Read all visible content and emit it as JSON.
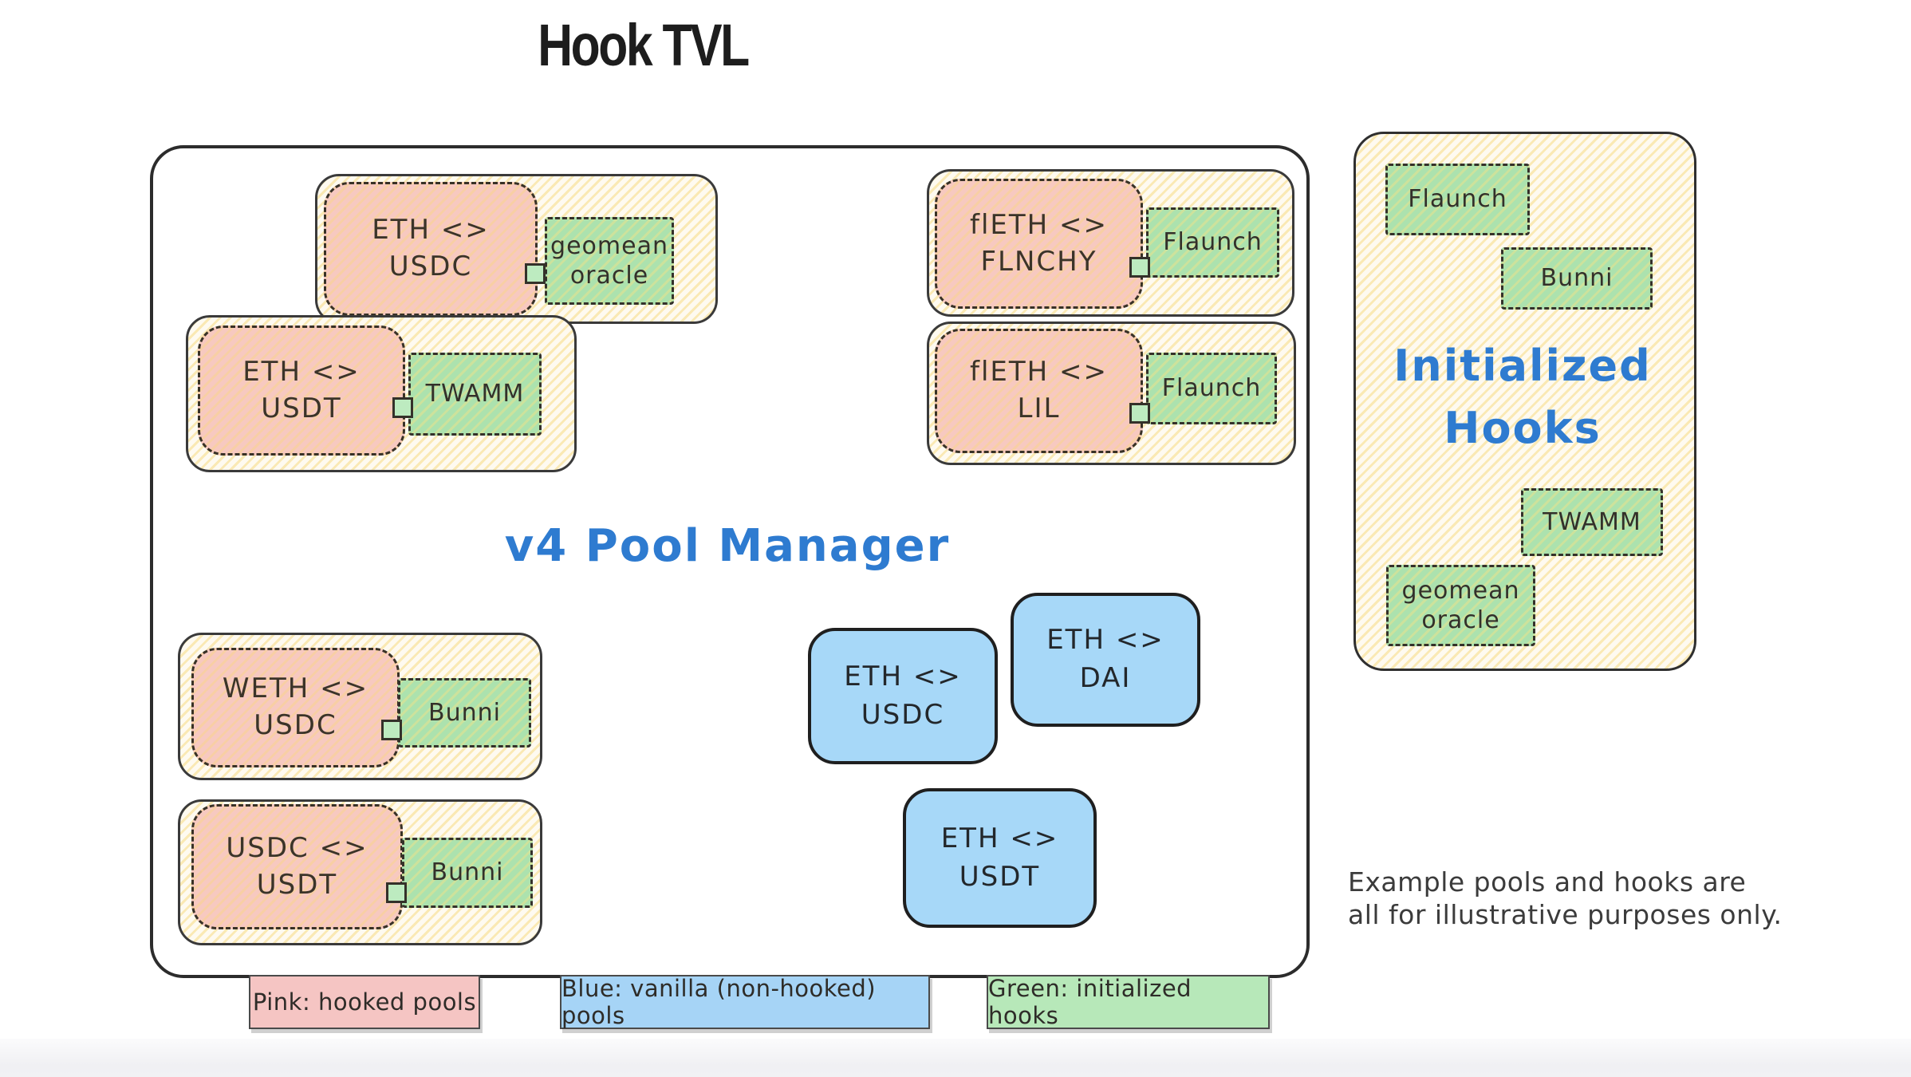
{
  "title": "Hook TVL",
  "pool_manager": {
    "label": "v4 Pool Manager"
  },
  "hooked_pools": [
    {
      "token0": "ETH <>",
      "token1": "USDC",
      "hook": "geomean oracle"
    },
    {
      "token0": "ETH <>",
      "token1": "USDT",
      "hook": "TWAMM"
    },
    {
      "token0": "flETH <>",
      "token1": "FLNCHY",
      "hook": "Flaunch"
    },
    {
      "token0": "flETH <>",
      "token1": "LIL",
      "hook": "Flaunch"
    },
    {
      "token0": "WETH <>",
      "token1": "USDC",
      "hook": "Bunni"
    },
    {
      "token0": "USDC <>",
      "token1": "USDT",
      "hook": "Bunni"
    }
  ],
  "vanilla_pools": [
    {
      "token0": "ETH <>",
      "token1": "USDC"
    },
    {
      "token0": "ETH <>",
      "token1": "DAI"
    },
    {
      "token0": "ETH <>",
      "token1": "USDT"
    }
  ],
  "initialized_hooks_panel": {
    "title_line1": "Initialized",
    "title_line2": "Hooks",
    "items": [
      "Flaunch",
      "Bunni",
      "TWAMM",
      "geomean oracle"
    ]
  },
  "note": {
    "line1": "Example pools and hooks are",
    "line2": "all for illustrative purposes only."
  },
  "legend": [
    {
      "label": "Pink: hooked pools",
      "color": "#f5c5c3"
    },
    {
      "label": "Blue: vanilla (non-hooked) pools",
      "color": "#a6d4f6"
    },
    {
      "label": "Green: initialized hooks",
      "color": "#b7e8b9"
    }
  ],
  "colors": {
    "hooked_pool_fill": "#f7c9c0",
    "vanilla_pool_fill": "#a7d8f8",
    "hook_fill": "#ace2ae",
    "pool_wrapper_fill": "#fefaf0",
    "accent_blue": "#2e7bd0",
    "outline": "#2c2c2c"
  }
}
